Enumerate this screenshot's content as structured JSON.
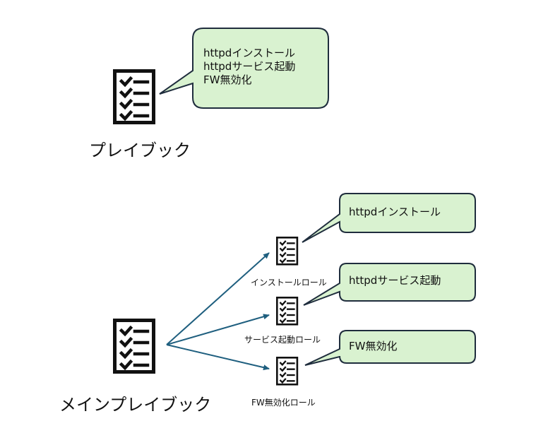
{
  "playbook": {
    "label": "プレイブック",
    "bubble_lines": [
      "httpdインストール",
      "httpdサービス起動",
      "FW無効化"
    ]
  },
  "main_playbook": {
    "label": "メインプレイブック"
  },
  "roles": [
    {
      "label": "インストールロール",
      "bubble": "httpdインストール"
    },
    {
      "label": "サービス起動ロール",
      "bubble": "httpdサービス起動"
    },
    {
      "label": "FW無効化ロール",
      "bubble": "FW無効化"
    }
  ],
  "colors": {
    "bubble_fill": "#d9f2d0",
    "bubble_stroke": "#1f2d3d",
    "arrow": "#1f5f7f",
    "icon": "#111111"
  },
  "icons": [
    "checklist-icon"
  ]
}
